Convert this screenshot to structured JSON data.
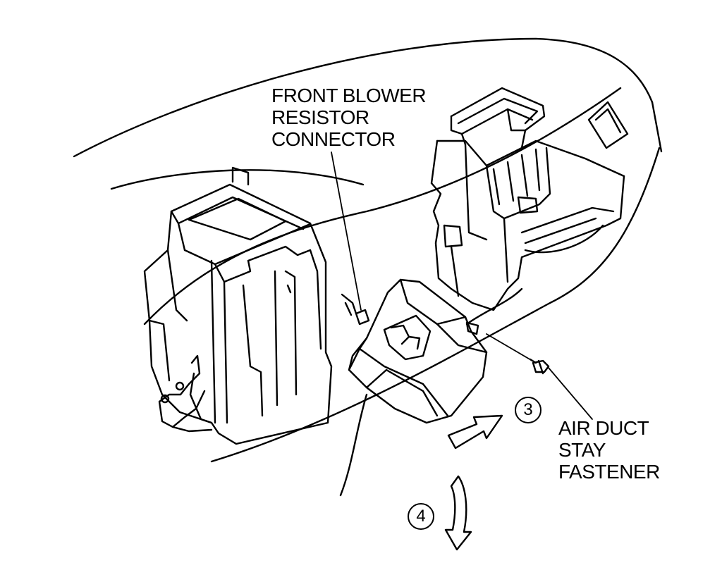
{
  "labels": {
    "blower_resistor_connector": [
      "FRONT BLOWER",
      "RESISTOR",
      "CONNECTOR"
    ],
    "air_duct_stay_fastener": [
      "AIR DUCT",
      "STAY",
      "FASTENER"
    ]
  },
  "steps": {
    "step_3": "3",
    "step_4": "4"
  },
  "colors": {
    "ink": "#000000",
    "paper": "#ffffff"
  }
}
